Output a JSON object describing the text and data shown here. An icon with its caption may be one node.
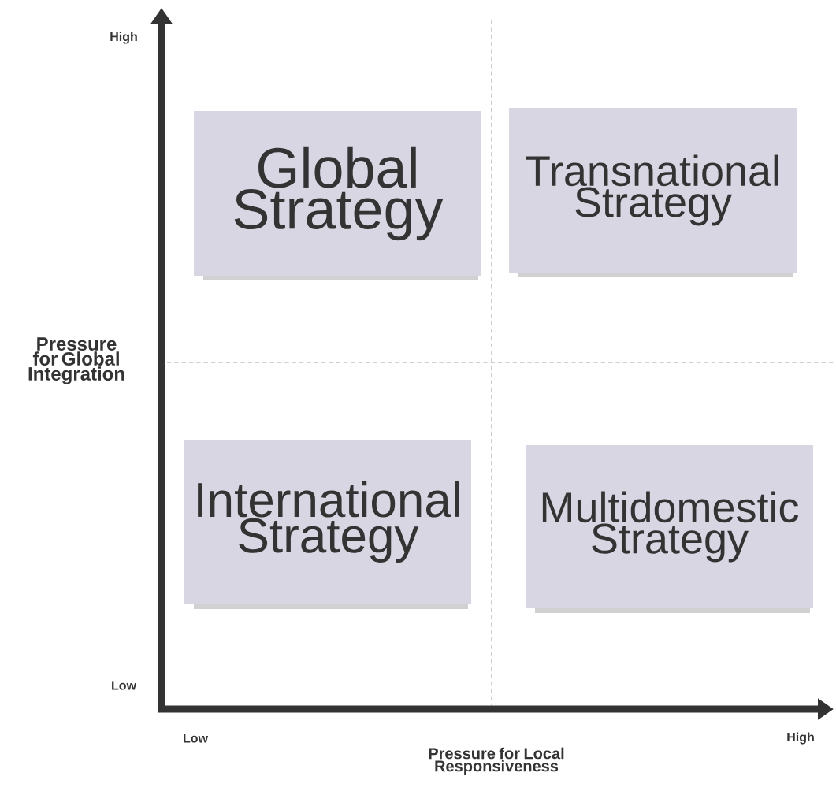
{
  "diagram": {
    "nodes": [
      {
        "text": [
          "Global Strategy"
        ]
      },
      {
        "text": [
          "Transnational Strategy"
        ]
      },
      {
        "text": [
          "International Strategy"
        ]
      },
      {
        "text": [
          "Multidomestic Strategy"
        ]
      }
    ],
    "labels": [
      "High",
      "Pressure for Global Integration",
      "Low",
      "Low",
      "Pressure for Local Responsiveness",
      "High"
    ]
  }
}
